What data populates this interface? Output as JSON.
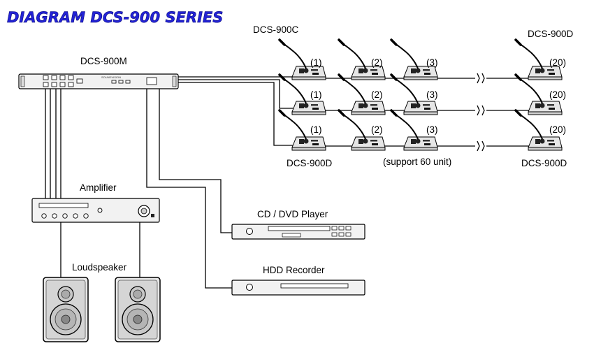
{
  "title": "DIAGRAM DCS-900 SERIES",
  "labels": {
    "main_unit": "DCS-900M",
    "chairman": "DCS-900C",
    "delegate_top": "DCS-900D",
    "delegate_bottom_left": "DCS-900D",
    "delegate_bottom_right": "DCS-900D",
    "support": "(support 60 unit)",
    "amplifier": "Amplifier",
    "loudspeaker": "Loudspeaker",
    "cd_player": "CD / DVD Player",
    "hdd_recorder": "HDD Recorder",
    "brand": "SOUNDVISION"
  },
  "unit_numbers": [
    "(1)",
    "(2)",
    "(3)",
    "(20)"
  ]
}
